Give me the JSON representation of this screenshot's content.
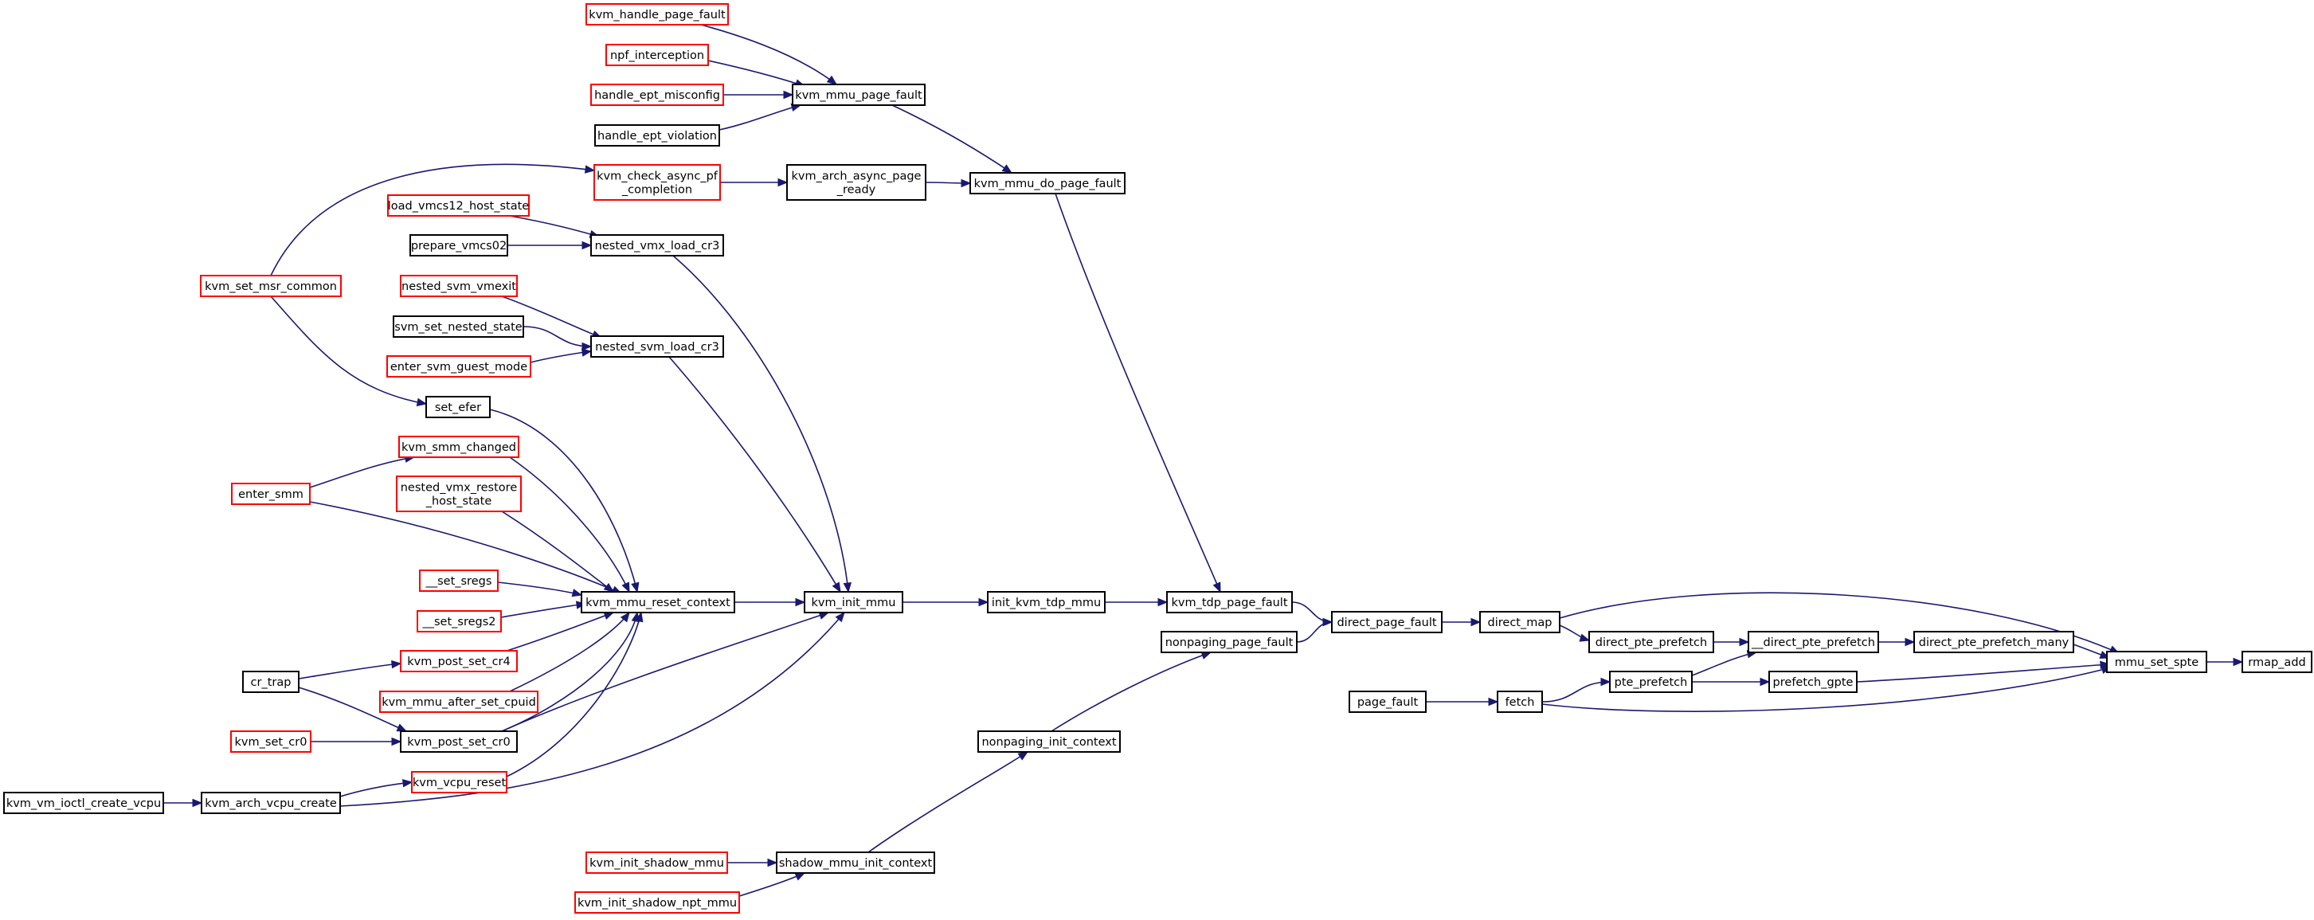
{
  "colors": {
    "edge": "#191970",
    "node_border_normal": "#000000",
    "node_border_truncated": "#ff0000",
    "node_fill_root": "#bfbfbf",
    "node_fill": "#ffffff",
    "text": "#000000"
  },
  "graph": {
    "root": "rmap_add",
    "nodes": [
      {
        "id": "rmap_add",
        "lines": [
          "rmap_add"
        ],
        "style": "root"
      },
      {
        "id": "mmu_set_spte",
        "lines": [
          "mmu_set_spte"
        ],
        "style": "normal"
      },
      {
        "id": "direct_map",
        "lines": [
          "direct_map"
        ],
        "style": "normal"
      },
      {
        "id": "direct_pte_prefetch_many",
        "lines": [
          "direct_pte_prefetch_many"
        ],
        "style": "normal"
      },
      {
        "id": "prefetch_gpte",
        "lines": [
          "prefetch_gpte"
        ],
        "style": "normal"
      },
      {
        "id": "fetch",
        "lines": [
          "fetch"
        ],
        "style": "normal"
      },
      {
        "id": "__direct_pte_prefetch",
        "lines": [
          "__direct_pte_prefetch"
        ],
        "style": "normal"
      },
      {
        "id": "direct_pte_prefetch",
        "lines": [
          "direct_pte_prefetch"
        ],
        "style": "normal"
      },
      {
        "id": "pte_prefetch",
        "lines": [
          "pte_prefetch"
        ],
        "style": "normal"
      },
      {
        "id": "page_fault",
        "lines": [
          "page_fault"
        ],
        "style": "normal"
      },
      {
        "id": "direct_page_fault",
        "lines": [
          "direct_page_fault"
        ],
        "style": "normal"
      },
      {
        "id": "kvm_tdp_page_fault",
        "lines": [
          "kvm_tdp_page_fault"
        ],
        "style": "normal"
      },
      {
        "id": "nonpaging_page_fault",
        "lines": [
          "nonpaging_page_fault"
        ],
        "style": "normal"
      },
      {
        "id": "init_kvm_tdp_mmu",
        "lines": [
          "init_kvm_tdp_mmu"
        ],
        "style": "normal"
      },
      {
        "id": "kvm_mmu_do_page_fault",
        "lines": [
          "kvm_mmu_do_page_fault"
        ],
        "style": "normal"
      },
      {
        "id": "nonpaging_init_context",
        "lines": [
          "nonpaging_init_context"
        ],
        "style": "normal"
      },
      {
        "id": "kvm_init_mmu",
        "lines": [
          "kvm_init_mmu"
        ],
        "style": "normal"
      },
      {
        "id": "kvm_mmu_page_fault",
        "lines": [
          "kvm_mmu_page_fault"
        ],
        "style": "normal"
      },
      {
        "id": "kvm_arch_async_page_ready",
        "lines": [
          "kvm_arch_async_page",
          "_ready"
        ],
        "style": "normal"
      },
      {
        "id": "shadow_mmu_init_context",
        "lines": [
          "shadow_mmu_init_context"
        ],
        "style": "normal"
      },
      {
        "id": "kvm_mmu_reset_context",
        "lines": [
          "kvm_mmu_reset_context"
        ],
        "style": "normal"
      },
      {
        "id": "nested_vmx_load_cr3",
        "lines": [
          "nested_vmx_load_cr3"
        ],
        "style": "normal"
      },
      {
        "id": "nested_svm_load_cr3",
        "lines": [
          "nested_svm_load_cr3"
        ],
        "style": "normal"
      },
      {
        "id": "kvm_post_set_cr0",
        "lines": [
          "kvm_post_set_cr0"
        ],
        "style": "normal"
      },
      {
        "id": "kvm_arch_vcpu_create",
        "lines": [
          "kvm_arch_vcpu_create"
        ],
        "style": "normal"
      },
      {
        "id": "kvm_handle_page_fault",
        "lines": [
          "kvm_handle_page_fault"
        ],
        "style": "truncated"
      },
      {
        "id": "npf_interception",
        "lines": [
          "npf_interception"
        ],
        "style": "truncated"
      },
      {
        "id": "handle_ept_misconfig",
        "lines": [
          "handle_ept_misconfig"
        ],
        "style": "truncated"
      },
      {
        "id": "handle_ept_violation",
        "lines": [
          "handle_ept_violation"
        ],
        "style": "normal"
      },
      {
        "id": "kvm_check_async_pf_completion",
        "lines": [
          "kvm_check_async_pf",
          "_completion"
        ],
        "style": "truncated"
      },
      {
        "id": "load_vmcs12_host_state",
        "lines": [
          "load_vmcs12_host_state"
        ],
        "style": "truncated"
      },
      {
        "id": "prepare_vmcs02",
        "lines": [
          "prepare_vmcs02"
        ],
        "style": "normal"
      },
      {
        "id": "nested_svm_vmexit",
        "lines": [
          "nested_svm_vmexit"
        ],
        "style": "truncated"
      },
      {
        "id": "svm_set_nested_state",
        "lines": [
          "svm_set_nested_state"
        ],
        "style": "normal"
      },
      {
        "id": "enter_svm_guest_mode",
        "lines": [
          "enter_svm_guest_mode"
        ],
        "style": "truncated"
      },
      {
        "id": "set_efer",
        "lines": [
          "set_efer"
        ],
        "style": "normal"
      },
      {
        "id": "kvm_smm_changed",
        "lines": [
          "kvm_smm_changed"
        ],
        "style": "truncated"
      },
      {
        "id": "nested_vmx_restore_host_state",
        "lines": [
          "nested_vmx_restore",
          "_host_state"
        ],
        "style": "truncated"
      },
      {
        "id": "__set_sregs",
        "lines": [
          "__set_sregs"
        ],
        "style": "truncated"
      },
      {
        "id": "__set_sregs2",
        "lines": [
          "__set_sregs2"
        ],
        "style": "truncated"
      },
      {
        "id": "kvm_post_set_cr4",
        "lines": [
          "kvm_post_set_cr4"
        ],
        "style": "truncated"
      },
      {
        "id": "kvm_mmu_after_set_cpuid",
        "lines": [
          "kvm_mmu_after_set_cpuid"
        ],
        "style": "truncated"
      },
      {
        "id": "kvm_vcpu_reset",
        "lines": [
          "kvm_vcpu_reset"
        ],
        "style": "truncated"
      },
      {
        "id": "kvm_set_cr0",
        "lines": [
          "kvm_set_cr0"
        ],
        "style": "truncated"
      },
      {
        "id": "kvm_init_shadow_mmu",
        "lines": [
          "kvm_init_shadow_mmu"
        ],
        "style": "truncated"
      },
      {
        "id": "kvm_init_shadow_npt_mmu",
        "lines": [
          "kvm_init_shadow_npt_mmu"
        ],
        "style": "truncated"
      },
      {
        "id": "kvm_set_msr_common",
        "lines": [
          "kvm_set_msr_common"
        ],
        "style": "truncated"
      },
      {
        "id": "enter_smm",
        "lines": [
          "enter_smm"
        ],
        "style": "truncated"
      },
      {
        "id": "cr_trap",
        "lines": [
          "cr_trap"
        ],
        "style": "normal"
      },
      {
        "id": "kvm_vm_ioctl_create_vcpu",
        "lines": [
          "kvm_vm_ioctl_create_vcpu"
        ],
        "style": "normal"
      }
    ],
    "edges": [
      {
        "from": "mmu_set_spte",
        "to": "rmap_add"
      },
      {
        "from": "direct_map",
        "to": "mmu_set_spte"
      },
      {
        "from": "direct_pte_prefetch_many",
        "to": "mmu_set_spte"
      },
      {
        "from": "prefetch_gpte",
        "to": "mmu_set_spte"
      },
      {
        "from": "fetch",
        "to": "mmu_set_spte"
      },
      {
        "from": "__direct_pte_prefetch",
        "to": "direct_pte_prefetch_many"
      },
      {
        "from": "direct_pte_prefetch",
        "to": "__direct_pte_prefetch"
      },
      {
        "from": "pte_prefetch",
        "to": "__direct_pte_prefetch"
      },
      {
        "from": "pte_prefetch",
        "to": "prefetch_gpte"
      },
      {
        "from": "fetch",
        "to": "pte_prefetch"
      },
      {
        "from": "page_fault",
        "to": "fetch"
      },
      {
        "from": "direct_map",
        "to": "direct_pte_prefetch"
      },
      {
        "from": "direct_page_fault",
        "to": "direct_map"
      },
      {
        "from": "kvm_tdp_page_fault",
        "to": "direct_page_fault"
      },
      {
        "from": "nonpaging_page_fault",
        "to": "direct_page_fault"
      },
      {
        "from": "init_kvm_tdp_mmu",
        "to": "kvm_tdp_page_fault"
      },
      {
        "from": "kvm_mmu_do_page_fault",
        "to": "kvm_tdp_page_fault"
      },
      {
        "from": "nonpaging_init_context",
        "to": "nonpaging_page_fault"
      },
      {
        "from": "kvm_init_mmu",
        "to": "init_kvm_tdp_mmu"
      },
      {
        "from": "kvm_mmu_page_fault",
        "to": "kvm_mmu_do_page_fault"
      },
      {
        "from": "kvm_arch_async_page_ready",
        "to": "kvm_mmu_do_page_fault"
      },
      {
        "from": "shadow_mmu_init_context",
        "to": "nonpaging_init_context"
      },
      {
        "from": "kvm_mmu_reset_context",
        "to": "kvm_init_mmu"
      },
      {
        "from": "nested_vmx_load_cr3",
        "to": "kvm_init_mmu"
      },
      {
        "from": "nested_svm_load_cr3",
        "to": "kvm_init_mmu"
      },
      {
        "from": "kvm_post_set_cr0",
        "to": "kvm_init_mmu"
      },
      {
        "from": "kvm_arch_vcpu_create",
        "to": "kvm_init_mmu"
      },
      {
        "from": "kvm_handle_page_fault",
        "to": "kvm_mmu_page_fault"
      },
      {
        "from": "npf_interception",
        "to": "kvm_mmu_page_fault"
      },
      {
        "from": "handle_ept_misconfig",
        "to": "kvm_mmu_page_fault"
      },
      {
        "from": "handle_ept_violation",
        "to": "kvm_mmu_page_fault"
      },
      {
        "from": "kvm_check_async_pf_completion",
        "to": "kvm_arch_async_page_ready"
      },
      {
        "from": "kvm_init_shadow_mmu",
        "to": "shadow_mmu_init_context"
      },
      {
        "from": "kvm_init_shadow_npt_mmu",
        "to": "shadow_mmu_init_context"
      },
      {
        "from": "load_vmcs12_host_state",
        "to": "nested_vmx_load_cr3"
      },
      {
        "from": "prepare_vmcs02",
        "to": "nested_vmx_load_cr3"
      },
      {
        "from": "nested_svm_vmexit",
        "to": "nested_svm_load_cr3"
      },
      {
        "from": "svm_set_nested_state",
        "to": "nested_svm_load_cr3"
      },
      {
        "from": "enter_svm_guest_mode",
        "to": "nested_svm_load_cr3"
      },
      {
        "from": "set_efer",
        "to": "kvm_mmu_reset_context"
      },
      {
        "from": "kvm_smm_changed",
        "to": "kvm_mmu_reset_context"
      },
      {
        "from": "enter_smm",
        "to": "kvm_mmu_reset_context"
      },
      {
        "from": "nested_vmx_restore_host_state",
        "to": "kvm_mmu_reset_context"
      },
      {
        "from": "__set_sregs",
        "to": "kvm_mmu_reset_context"
      },
      {
        "from": "__set_sregs2",
        "to": "kvm_mmu_reset_context"
      },
      {
        "from": "kvm_post_set_cr4",
        "to": "kvm_mmu_reset_context"
      },
      {
        "from": "kvm_mmu_after_set_cpuid",
        "to": "kvm_mmu_reset_context"
      },
      {
        "from": "kvm_post_set_cr0",
        "to": "kvm_mmu_reset_context"
      },
      {
        "from": "kvm_vcpu_reset",
        "to": "kvm_mmu_reset_context"
      },
      {
        "from": "kvm_set_msr_common",
        "to": "kvm_check_async_pf_completion"
      },
      {
        "from": "kvm_set_msr_common",
        "to": "set_efer"
      },
      {
        "from": "enter_smm",
        "to": "kvm_smm_changed"
      },
      {
        "from": "cr_trap",
        "to": "kvm_post_set_cr4"
      },
      {
        "from": "cr_trap",
        "to": "kvm_post_set_cr0"
      },
      {
        "from": "kvm_set_cr0",
        "to": "kvm_post_set_cr0"
      },
      {
        "from": "kvm_arch_vcpu_create",
        "to": "kvm_vcpu_reset"
      },
      {
        "from": "kvm_vm_ioctl_create_vcpu",
        "to": "kvm_arch_vcpu_create"
      }
    ]
  }
}
